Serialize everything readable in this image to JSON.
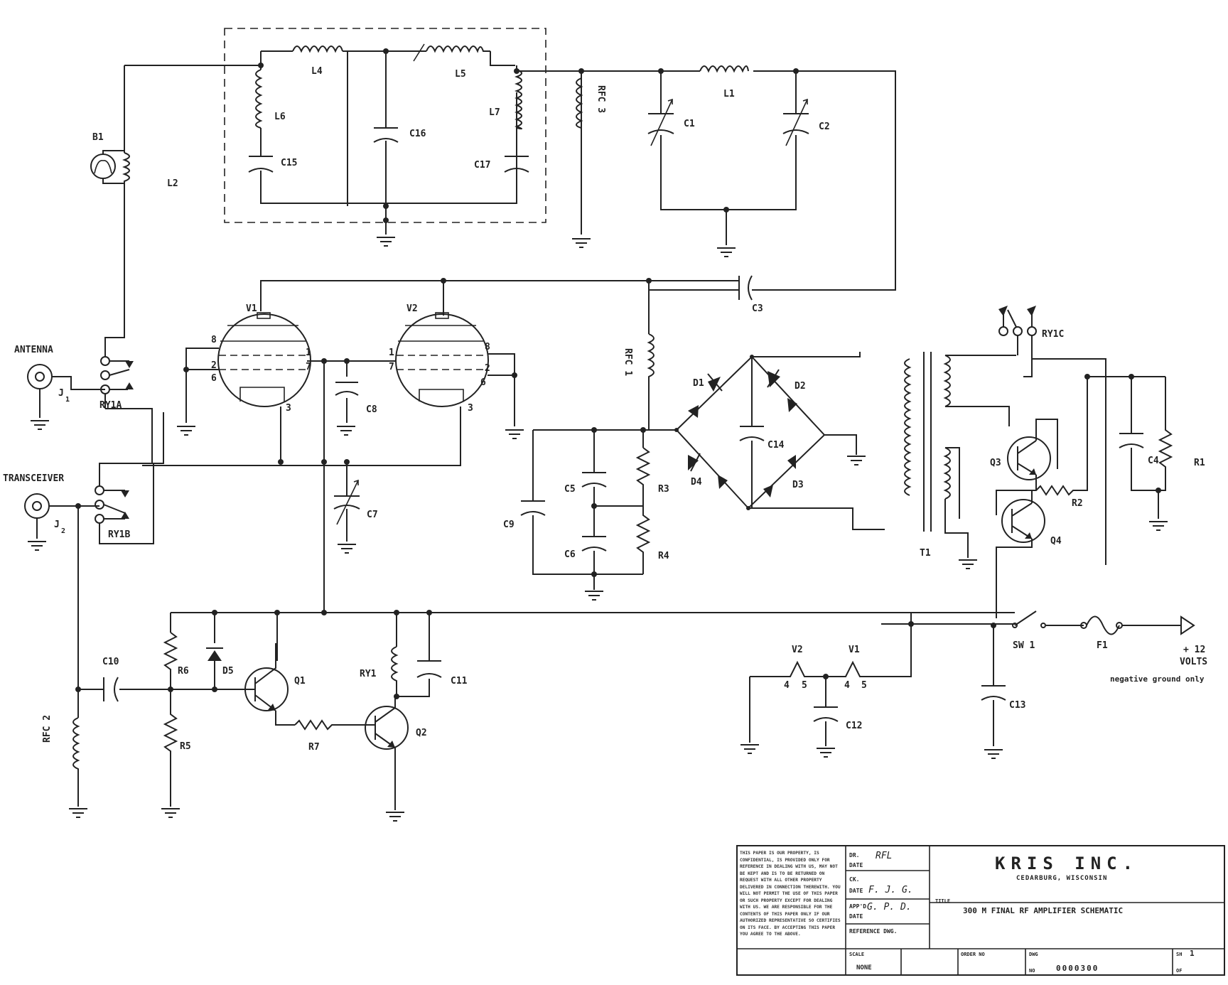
{
  "labels": {
    "L4": "L4",
    "L5": "L5",
    "L6": "L6",
    "L7": "L7",
    "L1": "L1",
    "L2": "L2",
    "B1": "B1",
    "C15": "C15",
    "C16": "C16",
    "C17": "C17",
    "C1": "C1",
    "C2": "C2",
    "C3": "C3",
    "RFC3": "RFC 3",
    "RFC1": "RFC 1",
    "RFC2": "RFC 2",
    "V1": "V1",
    "V2": "V2",
    "C8": "C8",
    "C7": "C7",
    "D1": "D1",
    "D2": "D2",
    "D3": "D3",
    "D4": "D4",
    "C14": "C14",
    "C5": "C5",
    "C6": "C6",
    "C9": "C9",
    "R3": "R3",
    "R4": "R4",
    "RY1C": "RY1C",
    "C4": "C4",
    "R1": "R1",
    "Q3": "Q3",
    "Q4": "Q4",
    "R2": "R2",
    "T1": "T1",
    "ANTENNA": "ANTENNA",
    "J1": "J",
    "J1sub": "1",
    "RY1A": "RY1A",
    "TRANSCEIVER": "TRANSCEIVER",
    "J2": "J",
    "J2sub": "2",
    "RY1B": "RY1B",
    "SW1": "SW 1",
    "F1": "F1",
    "plus12": "+ 12",
    "VOLTS": "VOLTS",
    "neg_ground": "negative ground only",
    "C13": "C13",
    "C12": "C12",
    "C10": "C10",
    "C11": "C11",
    "R6": "R6",
    "R5": "R5",
    "R7": "R7",
    "D5": "D5",
    "Q1": "Q1",
    "Q2": "Q2",
    "RY1": "RY1",
    "heater_V2": "V2",
    "heater_V1": "V1",
    "heater_4a": "4",
    "heater_5a": "5",
    "heater_4b": "4",
    "heater_5b": "5",
    "pin_v1_8": "8",
    "pin_v1_2": "2",
    "pin_v1_6": "6",
    "pin_v1_1": "1",
    "pin_v1_7": "7",
    "pin_v1_3": "3",
    "pin_v2_1": "1",
    "pin_v2_7": "7",
    "pin_v2_8": "8",
    "pin_v2_2": "2",
    "pin_v2_6": "6",
    "pin_v2_3": "3"
  },
  "title_block": {
    "company": "KRIS INC.",
    "location": "CEDARBURG, WISCONSIN",
    "title_label": "TITLE",
    "title": "300 M  FINAL RF AMPLIFIER   SCHEMATIC",
    "notice": "THIS PAPER IS OUR PROPERTY, IS CONFIDENTIAL, IS PROVIDED ONLY FOR REFERENCE IN DEALING WITH US, MAY NOT BE KEPT AND IS TO BE RETURNED ON REQUEST WITH ALL OTHER PROPERTY DELIVERED IN CONNECTION THEREWITH. YOU WILL NOT PERMIT THE USE OF THIS PAPER OR SUCH PROPERTY EXCEPT FOR DEALING WITH US. WE ARE RESPONSIBLE FOR THE CONTENTS OF THIS PAPER ONLY IF OUR AUTHORIZED REPRESENTATIVE SO CERTIFIES ON ITS FACE. BY ACCEPTING THIS PAPER YOU AGREE TO THE ABOVE.",
    "dr_label": "DR.",
    "dr_value": "RFL",
    "date_label": "DATE",
    "ck_label": "CK.",
    "ck_value": "F. J. G.",
    "appd_label": "APP'D",
    "appd_value": "G. P. D.",
    "reference_label": "REFERENCE DWG.",
    "scale_label": "SCALE",
    "scale_value": "NONE",
    "order_label": "ORDER NO",
    "dwg_label": "DWG",
    "no_label": "NO",
    "dwg_no": "0000300",
    "sh_label": "SH",
    "sh_value": "1",
    "of_label": "OF"
  }
}
